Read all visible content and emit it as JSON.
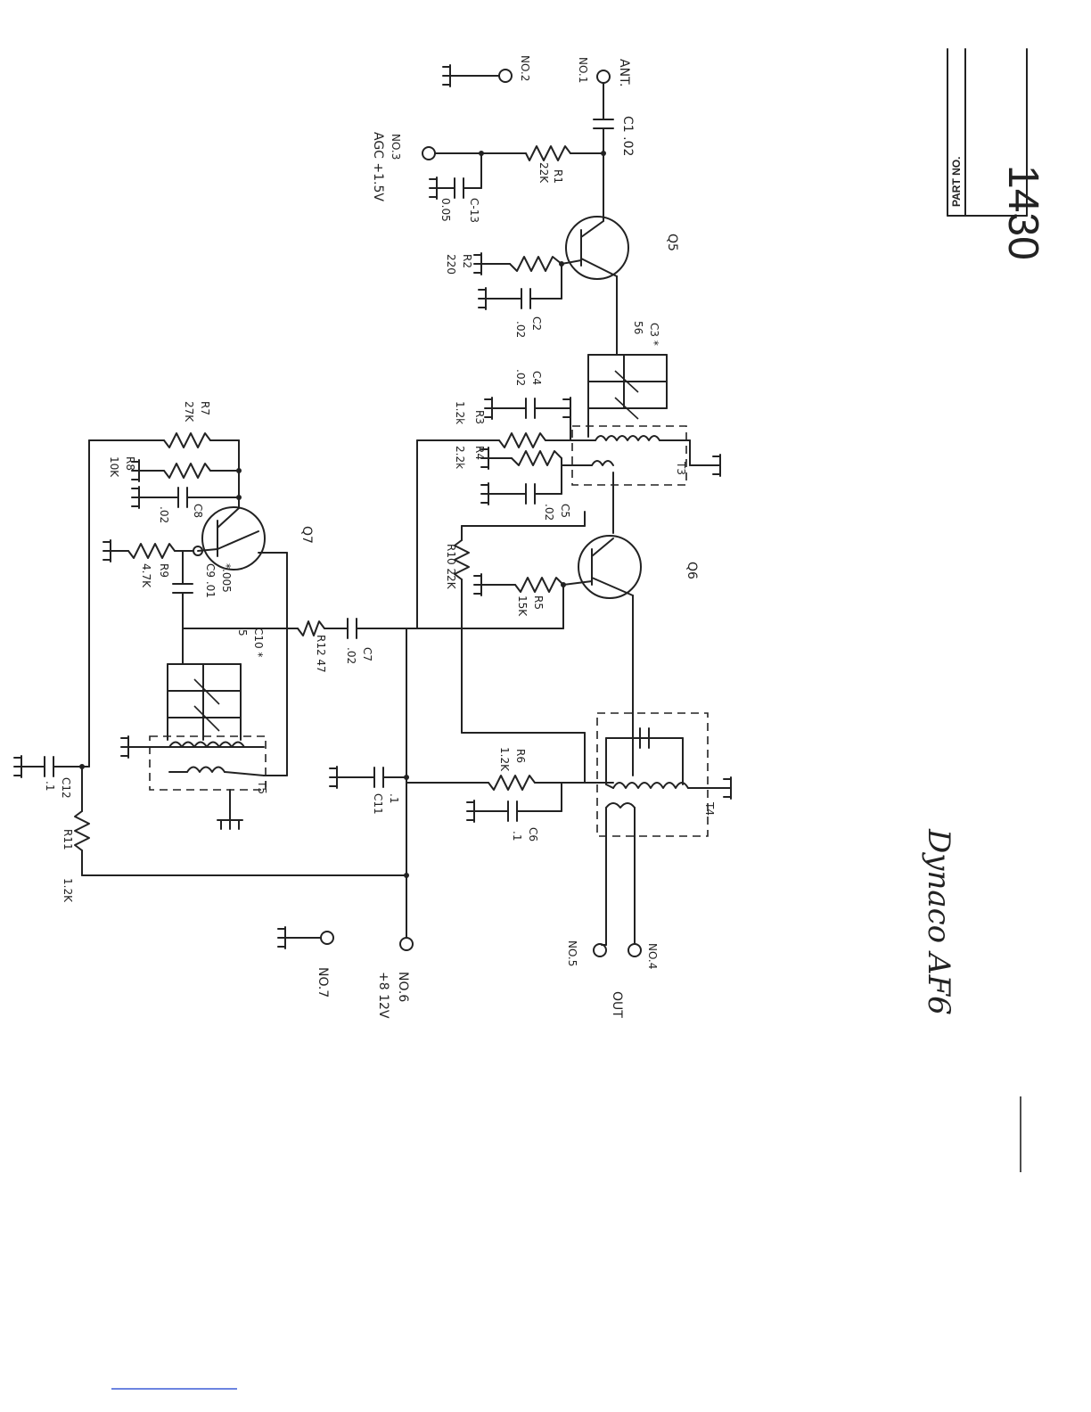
{
  "title_block": {
    "caption": "PART NO.",
    "number": "1430"
  },
  "signature": "Dynaco AF6",
  "terminals": {
    "no1": "NO.1",
    "ant": "ANT.",
    "no2": "NO.2",
    "no3": "NO.3",
    "agc": "AGC +1.5V",
    "no4": "NO.4",
    "no5": "NO.5",
    "out": "OUT",
    "no6": "NO.6",
    "supply": "+8 12V",
    "no7": "NO.7"
  },
  "components": {
    "c1": "C1 .02",
    "r1": "R1",
    "r1_val": "22K",
    "c13": "C-13",
    "c13_val": "0.05",
    "q5": "Q5",
    "r2": "R2",
    "r2_val": "220",
    "c2": "C2",
    "c2_val": ".02",
    "c3": "C3 *",
    "c3_val": "56",
    "c4": "C4",
    "c4_val": ".02",
    "r3": "R3",
    "r3_val": "1.2k",
    "r4": "R4",
    "r4_val": "2.2k",
    "c5": "C5",
    "c5_val": ".02",
    "t3": "T3",
    "q6": "Q6",
    "r10": "R10 22K",
    "r5": "R5",
    "r5_val": "15K",
    "r7": "R7",
    "r7_val": "27K",
    "r8": "R8",
    "r8_val": "10K",
    "c8": "C8",
    "c8_val": ".02",
    "q7": "Q7",
    "r9": "R9",
    "r9_val": "4.7K",
    "c9": "C9 .01",
    "c9b": "*.005",
    "r12": "R12 47",
    "c7": "C7",
    "c7_val": ".02",
    "c10": "C10 *",
    "c10_val": "5",
    "t5": "T5",
    "c12": "C12",
    "c12_val": ".1",
    "r11": "R11",
    "r11_val": "1.2K",
    "c11": "C11",
    "c11_val": ".1",
    "r6": "R6",
    "r6_val": "1.2K",
    "c6": "C6",
    "c6_val": ".1",
    "t4": "T4"
  }
}
